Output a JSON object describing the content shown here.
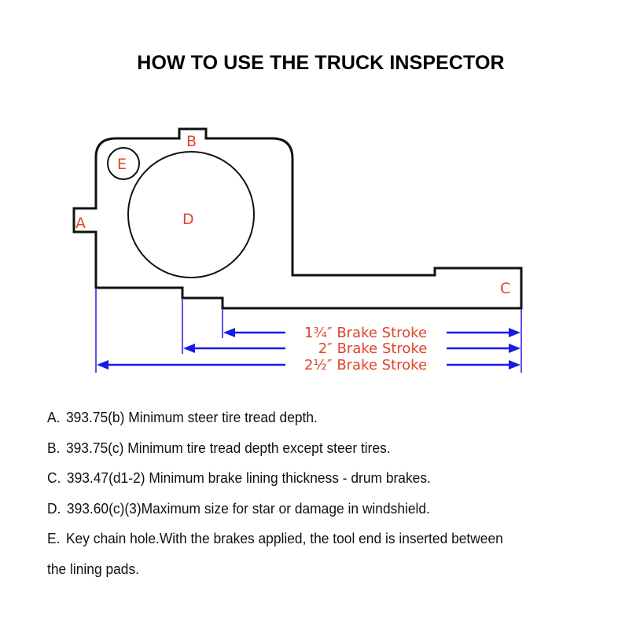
{
  "title": "HOW TO USE THE TRUCK INSPECTOR",
  "diagram": {
    "colors": {
      "outline": "#111111",
      "labels": "#e0442a",
      "arrows": "#1a1ae6"
    },
    "labels": {
      "A": "A",
      "B": "B",
      "C": "C",
      "D": "D",
      "E": "E"
    },
    "strokes": [
      {
        "label": "1¾″ Brake Stroke",
        "length_in": 1.75
      },
      {
        "label": "2″ Brake Stroke",
        "length_in": 2.0
      },
      {
        "label": "2½″ Brake Stroke",
        "length_in": 2.5
      }
    ]
  },
  "legend": [
    {
      "letter": "A.",
      "text": "393.75(b) Minimum steer tire tread depth."
    },
    {
      "letter": "B.",
      "text": "393.75(c) Minimum tire tread depth except steer tires."
    },
    {
      "letter": "C.",
      "text": "393.47(d1-2) Minimum brake lining thickness - drum brakes."
    },
    {
      "letter": "D.",
      "text": "393.60(c)(3)Maximum size for star or damage in windshield."
    },
    {
      "letter": "E.",
      "text": "Key chain hole.With the brakes applied, the tool end is inserted between",
      "text_cont": "the lining pads."
    }
  ]
}
